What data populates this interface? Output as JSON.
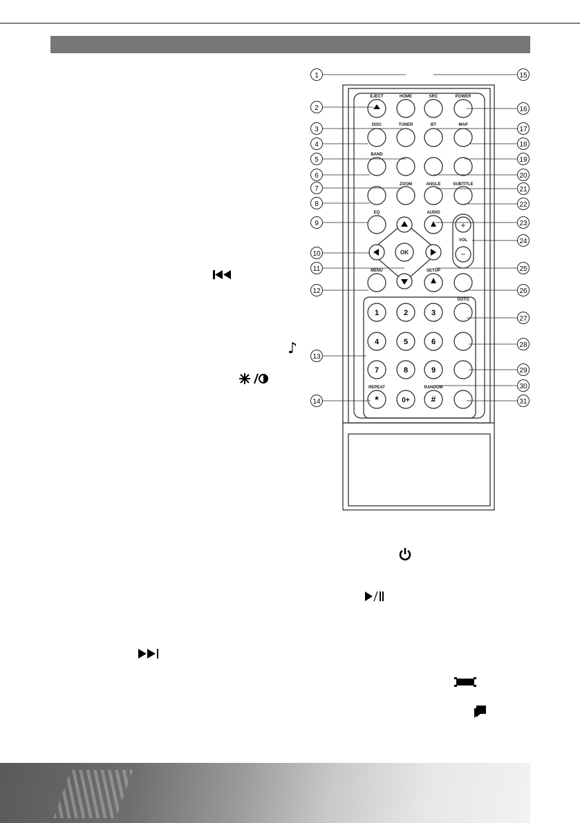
{
  "remote": {
    "top_labels": {
      "eject": "EJECT",
      "home": "HOME",
      "src": "SRC",
      "power": "POWER",
      "disc": "DISC",
      "tuner": "TUNER",
      "bt": "BT",
      "map": "MAP",
      "band": "BAND",
      "zoom": "ZOOM",
      "angle": "ANGLE",
      "subtitle": "SUBTITLE",
      "eq": "EQ",
      "audio": "AUDIO",
      "vol": "VOL",
      "ok": "OK",
      "menu": "MENU",
      "setup": "SETUP",
      "goto": "GOTO",
      "repeat": "REPEAT",
      "random": "RANDOM"
    },
    "keypad": [
      "1",
      "2",
      "3",
      "4",
      "5",
      "6",
      "7",
      "8",
      "9"
    ],
    "bottom_keys": {
      "star": "*",
      "zero": "0+",
      "hash": "#"
    },
    "vol_keys": {
      "plus": "+",
      "minus": "−"
    },
    "callouts": [
      "1",
      "2",
      "3",
      "4",
      "5",
      "6",
      "7",
      "8",
      "9",
      "10",
      "11",
      "12",
      "13",
      "14",
      "15",
      "16",
      "17",
      "18",
      "19",
      "20",
      "21",
      "22",
      "23",
      "24",
      "25",
      "26",
      "27",
      "28",
      "29",
      "30",
      "31"
    ]
  },
  "icons": [
    "eject-icon",
    "power-icon",
    "prev-icon",
    "play-pause-icon",
    "next-icon",
    "music-note-icon",
    "angle-icon",
    "subtitle-icon",
    "brightness-icon",
    "mute-icon",
    "call-icon",
    "hangup-icon",
    "back-icon"
  ],
  "colors": {
    "header": "#777777",
    "line": "#111111"
  }
}
